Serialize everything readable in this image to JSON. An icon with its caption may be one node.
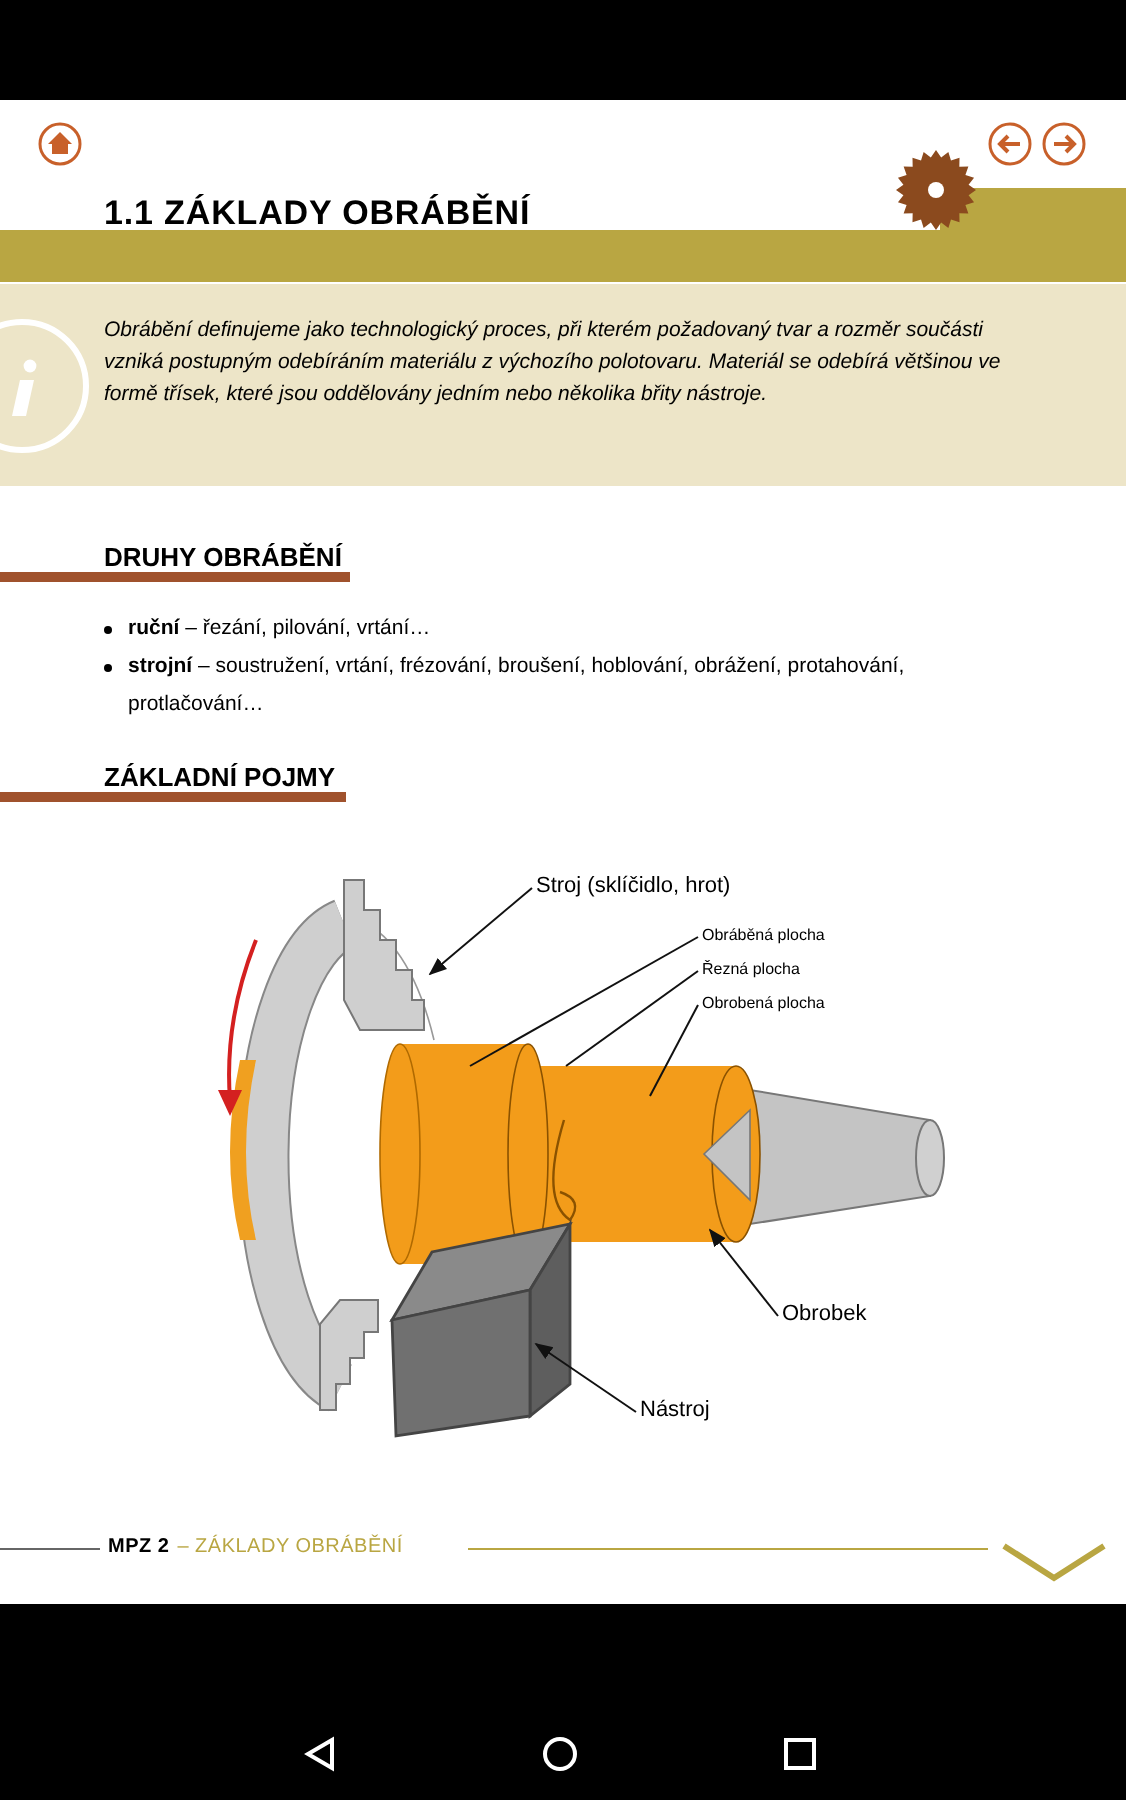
{
  "diagram": {
    "title": "1.1 ZÁKLADY OBRÁBĚNÍ",
    "nodes": [
      {
        "text": [
          "Stroj (sklíčidlo, hrot)"
        ]
      },
      {
        "text": [
          "Obráběná plocha"
        ]
      },
      {
        "text": [
          "Řezná plocha"
        ]
      },
      {
        "text": [
          "Obrobená plocha"
        ]
      },
      {
        "text": [
          "Obrobek"
        ]
      },
      {
        "text": [
          "Nástroj"
        ]
      },
      {
        "text": [],
        "shape": "picture"
      },
      {
        "text": [],
        "shape": "picture"
      },
      {
        "text": [],
        "shape": "box"
      },
      {
        "text": [],
        "shape": "bar"
      },
      {
        "text": [],
        "shape": "bar"
      }
    ],
    "edges": [
      {
        "from": 0,
        "to": 6,
        "arrow": "to"
      },
      {
        "from": 1,
        "to": 7,
        "arrow": "none"
      },
      {
        "from": 2,
        "to": 7,
        "arrow": "none"
      },
      {
        "from": 3,
        "to": 7,
        "arrow": "none"
      },
      {
        "from": 4,
        "to": 7,
        "arrow": "to"
      },
      {
        "from": 5,
        "to": 8,
        "arrow": "to"
      }
    ],
    "labels": [
      "Obrábění definujeme jako technologický proces, při kterém požadovaný tvar a rozměr součásti vzniká postupným odebíráním materiálu z výchozího polotovaru. Materiál se odebírá většinou ve formě třísek, které jsou oddělovány jedním nebo několika břity nástroje.",
      "DRUHY OBRÁBĚNÍ",
      "**ruční** – řezání, pilování, vrtání…",
      "**strojní** – soustružení, vrtání, frézování, broušení, hoblování, obrážení, protahování, protlačování…",
      "ZÁKLADNÍ POJMY",
      "MPZ 2",
      "– ZÁKLADY OBRÁBĚNÍ"
    ]
  }
}
